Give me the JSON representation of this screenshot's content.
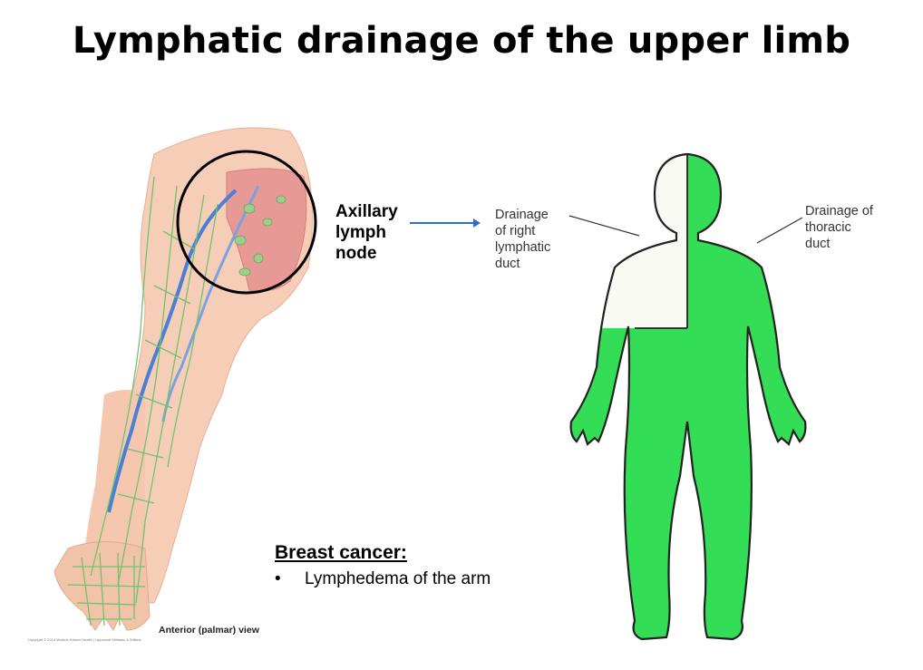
{
  "title": "Lymphatic drainage of the upper limb",
  "arm_figure": {
    "axillary_label_lines": [
      "Axillary",
      "lymph",
      "node"
    ],
    "view_caption": "Anterior (palmar) view",
    "copyright": "Copyright © 2014 Wolters Kluwer Health | Lippincott Williams & Wilkins"
  },
  "body_figure": {
    "right_label_lines": [
      "Drainage",
      "of right",
      "lymphatic",
      "duct"
    ],
    "left_label_lines": [
      "Drainage of",
      "thoracic",
      "duct"
    ],
    "colors": {
      "thoracic_duct": "#33dd55",
      "right_lymphatic_duct": "#fafaf5",
      "outline": "#222222"
    }
  },
  "breast_cancer": {
    "heading": "Breast cancer:",
    "bullets": [
      "Lymphedema of the arm"
    ]
  },
  "colors": {
    "arrow": "#2a6fc9",
    "skin": "#f4c8b0",
    "muscle": "#e88a8a",
    "lymph_vessels": "#6fc36f",
    "veins": "#4a7fd4"
  }
}
